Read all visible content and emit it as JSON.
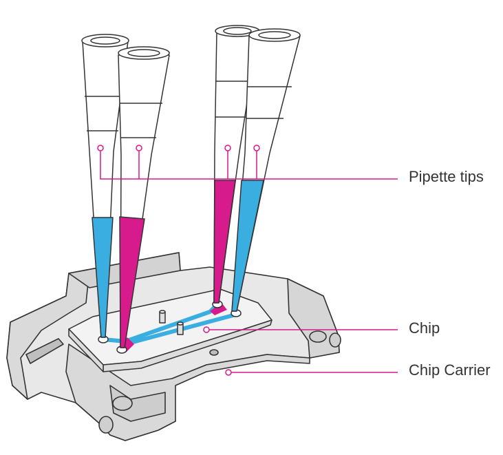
{
  "labels": {
    "pipette_tips": "Pipette tips",
    "chip": "Chip",
    "chip_carrier": "Chip Carrier"
  },
  "colors": {
    "callout": "#d6198c",
    "blue_fluid": "#3aaee0",
    "magenta_fluid": "#d81b8c",
    "outline": "#333333",
    "carrier_fill": "#e6e6e6",
    "chip_fill": "#f4f4f4"
  },
  "icons": {
    "pipette": "pipette-tip-icon",
    "chip": "microfluidic-chip-icon",
    "carrier": "chip-carrier-icon"
  }
}
